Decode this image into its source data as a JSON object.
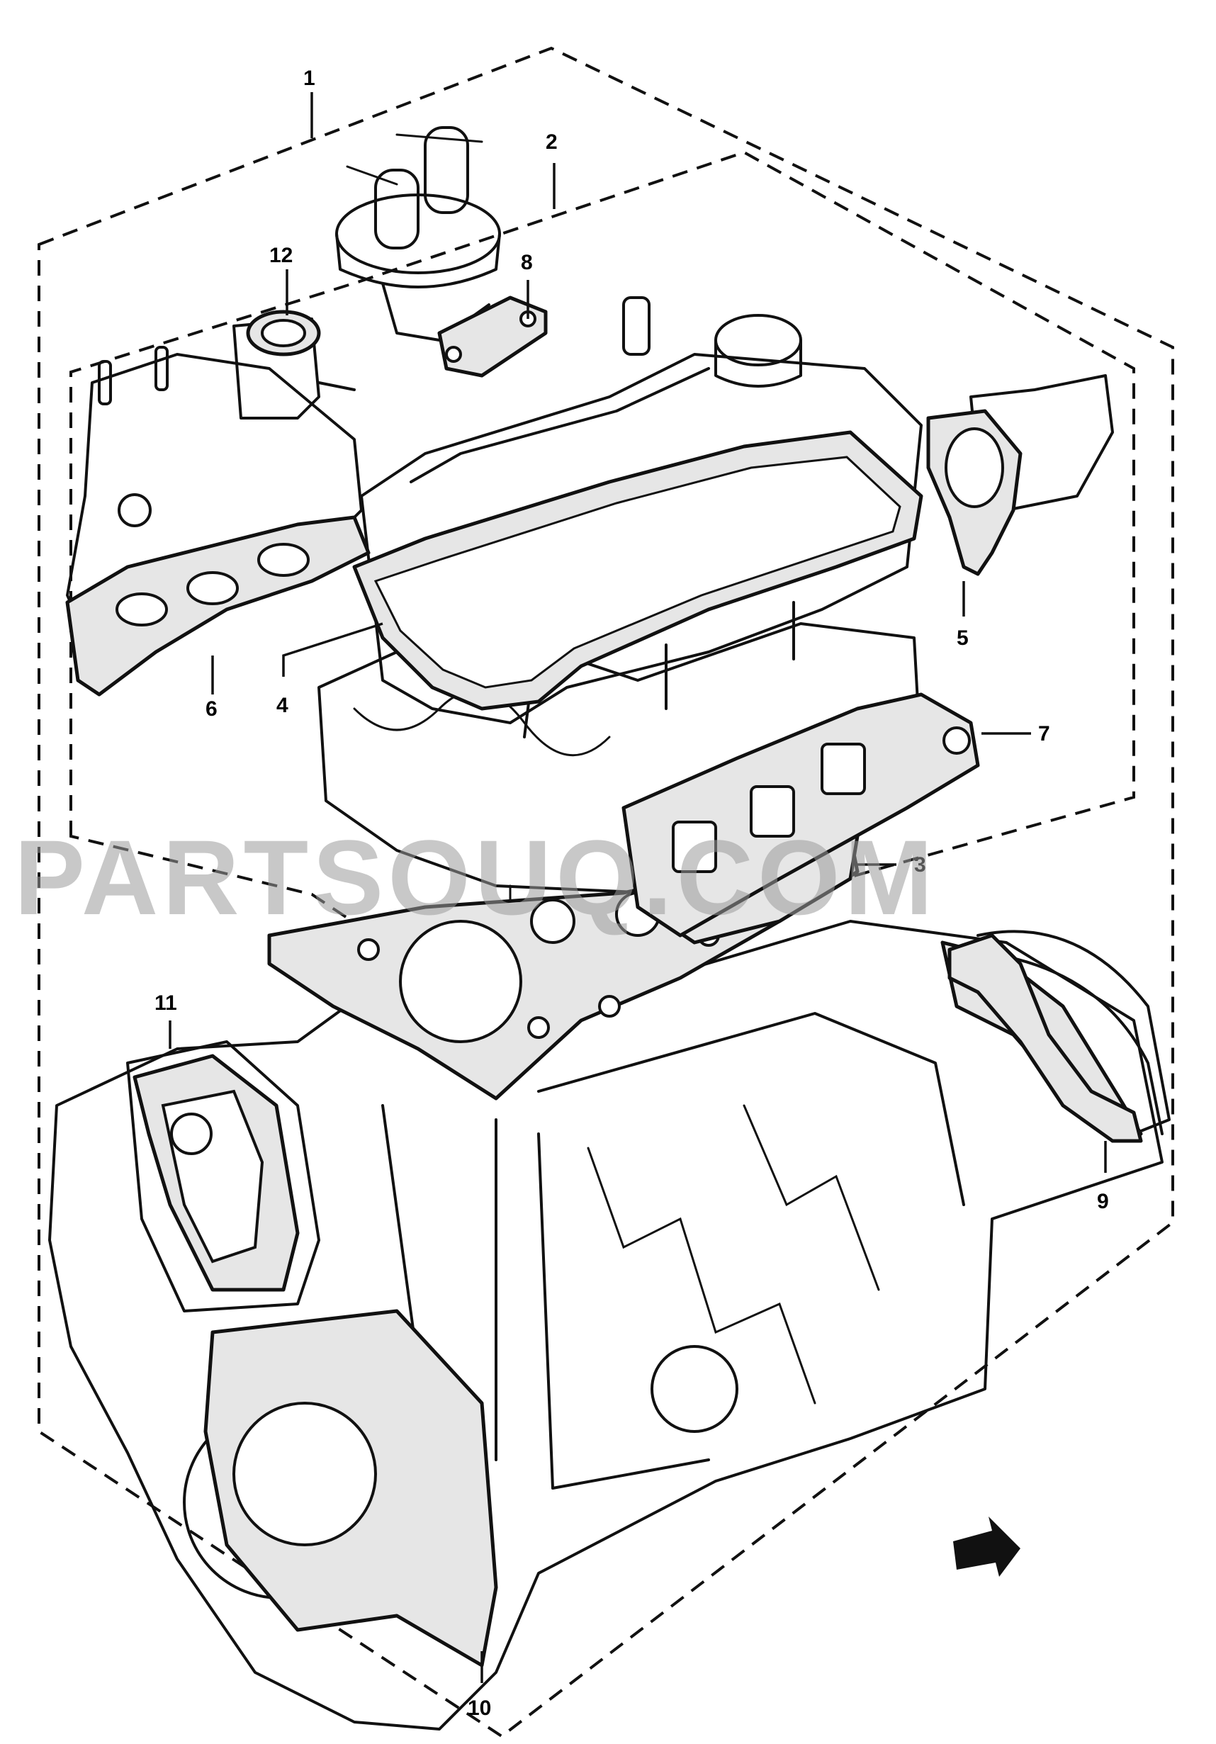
{
  "diagram": {
    "callouts": [
      {
        "id": "1",
        "label": "1"
      },
      {
        "id": "2",
        "label": "2"
      },
      {
        "id": "3",
        "label": "3"
      },
      {
        "id": "4",
        "label": "4"
      },
      {
        "id": "5",
        "label": "5"
      },
      {
        "id": "6",
        "label": "6"
      },
      {
        "id": "7",
        "label": "7"
      },
      {
        "id": "8",
        "label": "8"
      },
      {
        "id": "9",
        "label": "9"
      },
      {
        "id": "10",
        "label": "10"
      },
      {
        "id": "11",
        "label": "11"
      },
      {
        "id": "12",
        "label": "12"
      }
    ],
    "watermark": "PARTSOUQ.COM"
  }
}
